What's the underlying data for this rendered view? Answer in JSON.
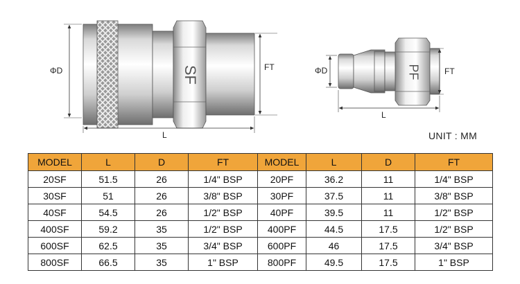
{
  "drawing": {
    "socket": {
      "body_label": "SF",
      "dim_diameter": "ΦD",
      "dim_thread": "FT",
      "dim_length": "L"
    },
    "plug": {
      "body_label": "PF",
      "dim_diameter": "ΦD",
      "dim_thread": "FT",
      "dim_length": "L"
    }
  },
  "unit_label": "UNIT : MM",
  "table": {
    "headers": [
      "MODEL",
      "L",
      "D",
      "FT",
      "MODEL",
      "L",
      "D",
      "FT"
    ],
    "rows": [
      [
        "20SF",
        "51.5",
        "26",
        "1/4\" BSP",
        "20PF",
        "36.2",
        "11",
        "1/4\" BSP"
      ],
      [
        "30SF",
        "51",
        "26",
        "3/8\" BSP",
        "30PF",
        "37.5",
        "11",
        "3/8\" BSP"
      ],
      [
        "40SF",
        "54.5",
        "26",
        "1/2\" BSP",
        "40PF",
        "39.5",
        "11",
        "1/2\" BSP"
      ],
      [
        "400SF",
        "59.2",
        "35",
        "1/2\" BSP",
        "400PF",
        "44.5",
        "17.5",
        "1/2\" BSP"
      ],
      [
        "600SF",
        "62.5",
        "35",
        "3/4\" BSP",
        "600PF",
        "46",
        "17.5",
        "3/4\" BSP"
      ],
      [
        "800SF",
        "66.5",
        "35",
        "1\" BSP",
        "800PF",
        "49.5",
        "17.5",
        "1\" BSP"
      ]
    ]
  }
}
